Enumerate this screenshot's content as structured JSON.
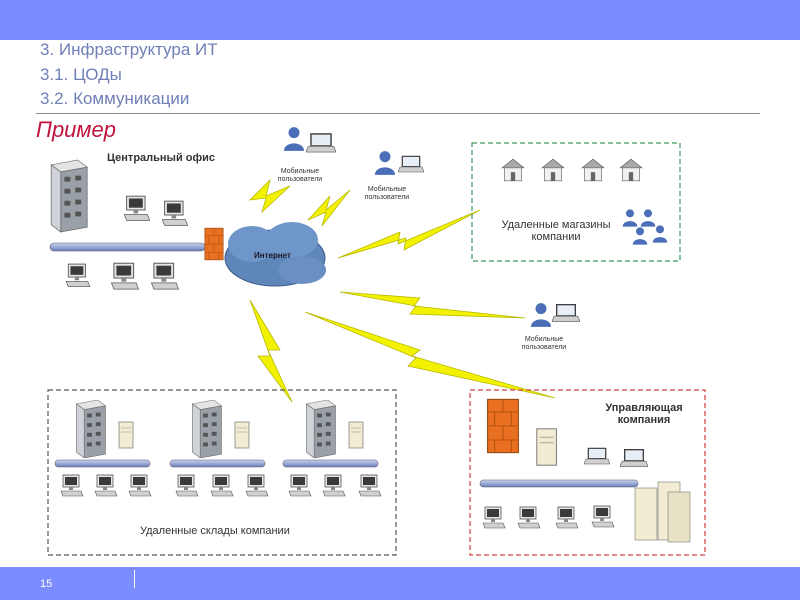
{
  "header": {
    "line1": "3. Инфраструктура ИТ",
    "line2": "3.1. ЦОДы",
    "line3": "3.2. Коммуникации"
  },
  "example_title": "Пример",
  "labels": {
    "central_office": "Центральный офис",
    "internet": "Интернет",
    "mobile_users_1": "Мобильные пользователи",
    "mobile_users_2": "Мобильные пользователи",
    "mobile_users_3": "Мобильные пользователи",
    "remote_shops": "Удаленные магазины компании",
    "remote_warehouses": "Удаленные склады компании",
    "management_company": "Управляющая компания"
  },
  "footer": {
    "page_number": "15"
  },
  "colors": {
    "band": "#7b8cff",
    "heading": "#6f7fb8",
    "accent_red": "#c0143c",
    "lightning": "#f2f200",
    "firewall": "#e87020",
    "cloud": "#5f86b8",
    "shops_border": "#3a9a5a",
    "warehouses_border": "#555555",
    "management_border": "#d04040"
  }
}
